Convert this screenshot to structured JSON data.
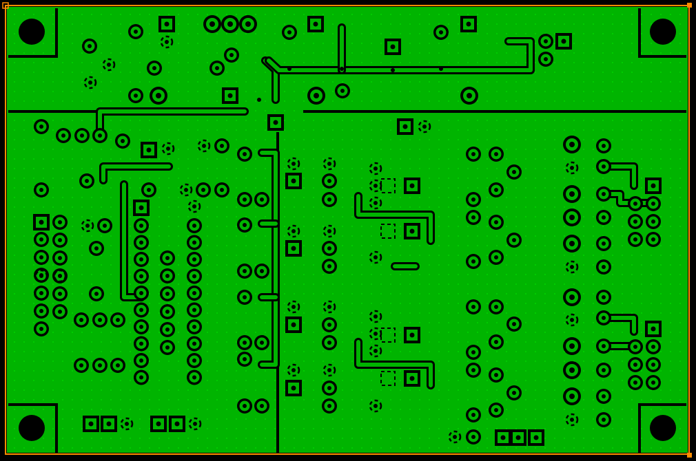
{
  "colors": {
    "copper": "#0a0",
    "background": "#000000",
    "outline": "#ff8c00",
    "via_dot": "#0f0"
  },
  "board": {
    "layer": "top-copper",
    "mounting_holes": 4,
    "corner_markers": [
      "top-left-marker",
      "top-right-marker",
      "bottom-right-marker"
    ]
  }
}
